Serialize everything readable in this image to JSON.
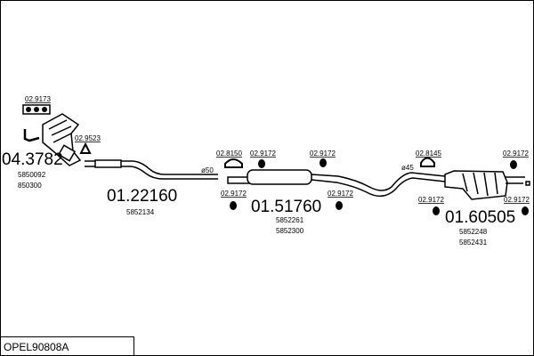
{
  "title_code": "OPEL90808A",
  "parts": {
    "manifold": {
      "number": "04.3782",
      "refs": [
        "5850092",
        "850300"
      ]
    },
    "front_pipe": {
      "number": "01.22160",
      "refs": [
        "5852134"
      ]
    },
    "middle_silencer": {
      "number": "01.51760",
      "refs": [
        "5852261",
        "5852300"
      ]
    },
    "rear_silencer": {
      "number": "01.60505",
      "refs": [
        "5852248",
        "5852431"
      ]
    }
  },
  "accessories": {
    "gasket_set": "02.9173",
    "gasket_cat": "02.9523",
    "clamp_front": "02.8150",
    "clamp_rear": "02.8145",
    "rubber": "02.9172"
  },
  "diameters": {
    "front": "ø50",
    "rear": "ø45"
  }
}
